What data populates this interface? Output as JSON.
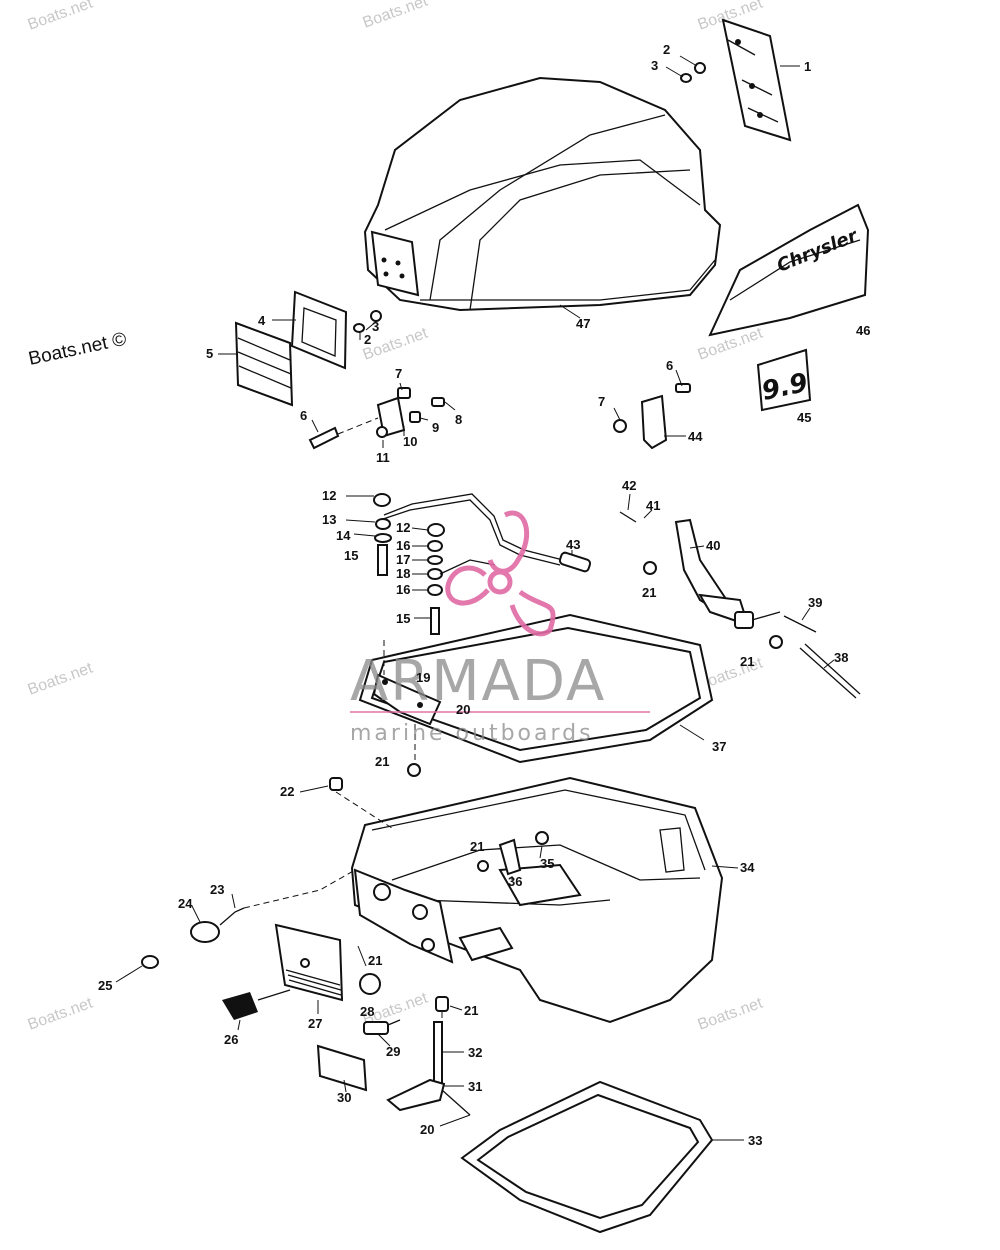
{
  "watermark": {
    "site": "Boats.net",
    "copyright_label": "Boats.net ©",
    "logo_title": "ARMADA",
    "logo_subtitle": "marine outboards"
  },
  "decals": {
    "brand": "Chrysler",
    "horsepower": "9.9"
  },
  "callouts": [
    {
      "id": "c1",
      "label": "1"
    },
    {
      "id": "c2a",
      "label": "2"
    },
    {
      "id": "c3a",
      "label": "3"
    },
    {
      "id": "c4",
      "label": "4"
    },
    {
      "id": "c3b",
      "label": "3"
    },
    {
      "id": "c2b",
      "label": "2"
    },
    {
      "id": "c5",
      "label": "5"
    },
    {
      "id": "c47",
      "label": "47"
    },
    {
      "id": "c46",
      "label": "46"
    },
    {
      "id": "c7a",
      "label": "7"
    },
    {
      "id": "c8",
      "label": "8"
    },
    {
      "id": "c9",
      "label": "9"
    },
    {
      "id": "c6a",
      "label": "6"
    },
    {
      "id": "c10",
      "label": "10"
    },
    {
      "id": "c11",
      "label": "11"
    },
    {
      "id": "c6b",
      "label": "6"
    },
    {
      "id": "c7b",
      "label": "7"
    },
    {
      "id": "c44",
      "label": "44"
    },
    {
      "id": "c45",
      "label": "45"
    },
    {
      "id": "c12a",
      "label": "12"
    },
    {
      "id": "c13",
      "label": "13"
    },
    {
      "id": "c14",
      "label": "14"
    },
    {
      "id": "c15a",
      "label": "15"
    },
    {
      "id": "c12b",
      "label": "12"
    },
    {
      "id": "c16a",
      "label": "16"
    },
    {
      "id": "c17",
      "label": "17"
    },
    {
      "id": "c18",
      "label": "18"
    },
    {
      "id": "c16b",
      "label": "16"
    },
    {
      "id": "c15b",
      "label": "15"
    },
    {
      "id": "c43",
      "label": "43"
    },
    {
      "id": "c42",
      "label": "42"
    },
    {
      "id": "c41",
      "label": "41"
    },
    {
      "id": "c40",
      "label": "40"
    },
    {
      "id": "c21a",
      "label": "21"
    },
    {
      "id": "c39",
      "label": "39"
    },
    {
      "id": "c21b",
      "label": "21"
    },
    {
      "id": "c38",
      "label": "38"
    },
    {
      "id": "c19",
      "label": "19"
    },
    {
      "id": "c20a",
      "label": "20"
    },
    {
      "id": "c37",
      "label": "37"
    },
    {
      "id": "c21c",
      "label": "21"
    },
    {
      "id": "c22",
      "label": "22"
    },
    {
      "id": "c21d",
      "label": "21"
    },
    {
      "id": "c35",
      "label": "35"
    },
    {
      "id": "c36",
      "label": "36"
    },
    {
      "id": "c34",
      "label": "34"
    },
    {
      "id": "c23",
      "label": "23"
    },
    {
      "id": "c24",
      "label": "24"
    },
    {
      "id": "c21e",
      "label": "21"
    },
    {
      "id": "c25",
      "label": "25"
    },
    {
      "id": "c28",
      "label": "28"
    },
    {
      "id": "c21f",
      "label": "21"
    },
    {
      "id": "c27",
      "label": "27"
    },
    {
      "id": "c26",
      "label": "26"
    },
    {
      "id": "c29",
      "label": "29"
    },
    {
      "id": "c32",
      "label": "32"
    },
    {
      "id": "c31",
      "label": "31"
    },
    {
      "id": "c30",
      "label": "30"
    },
    {
      "id": "c20b",
      "label": "20"
    },
    {
      "id": "c33",
      "label": "33"
    }
  ]
}
